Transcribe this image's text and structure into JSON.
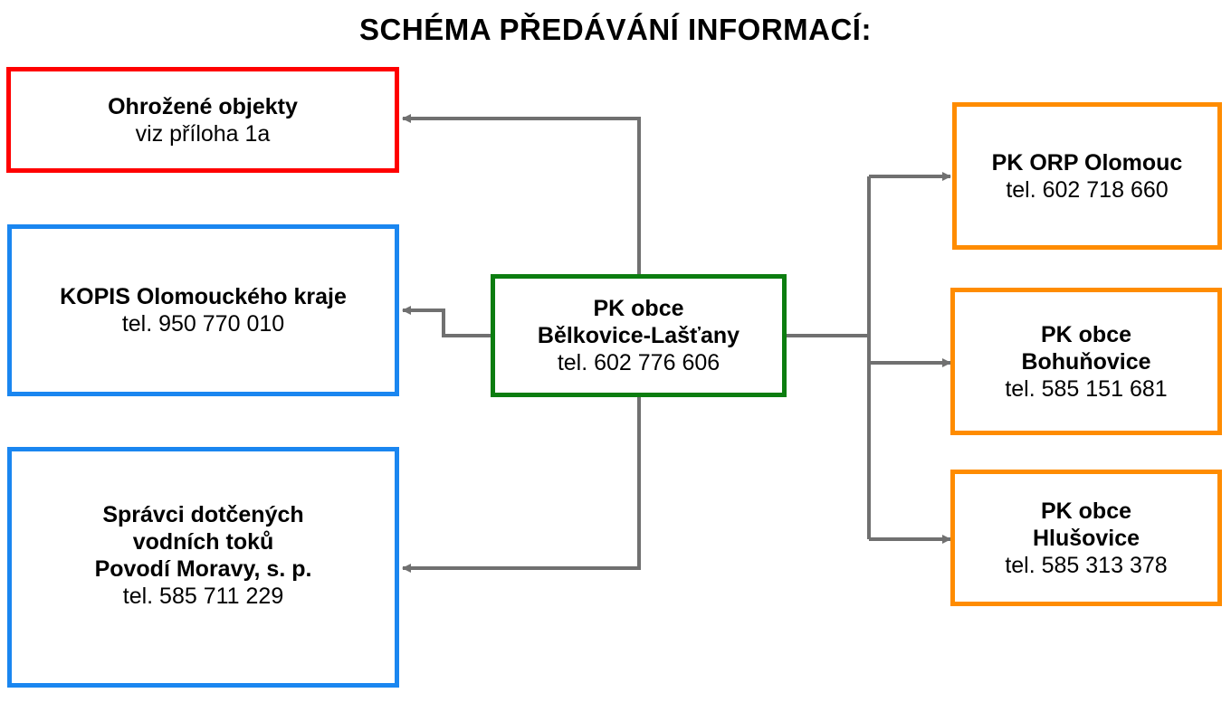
{
  "title": "SCHÉMA PŘEDÁVÁNÍ INFORMACÍ:",
  "center": {
    "line1": "PK obce",
    "line2": "Bělkovice-Lašťany",
    "phone": "tel. 602 776 606"
  },
  "left": [
    {
      "name": "Ohrožené objekty",
      "sub": "viz příloha 1a"
    },
    {
      "name": "KOPIS Olomouckého kraje",
      "sub": "tel. 950 770 010"
    },
    {
      "lines": [
        "Správci dotčených",
        "vodních toků",
        "Povodí Moravy, s. p."
      ],
      "sub": "tel. 585 711 229"
    }
  ],
  "right": [
    {
      "name": "PK ORP Olomouc",
      "phone": "tel. 602 718 660"
    },
    {
      "line1": "PK obce",
      "line2": "Bohuňovice",
      "phone": "tel. 585 151 681"
    },
    {
      "line1": "PK obce",
      "line2": "Hlušovice",
      "phone": "tel. 585 313 378"
    }
  ],
  "colors": {
    "threat": "#ff0000",
    "authority": "#1a86f0",
    "center": "#0c7d10",
    "neighbor": "#ff8c00",
    "connector": "#707070"
  }
}
